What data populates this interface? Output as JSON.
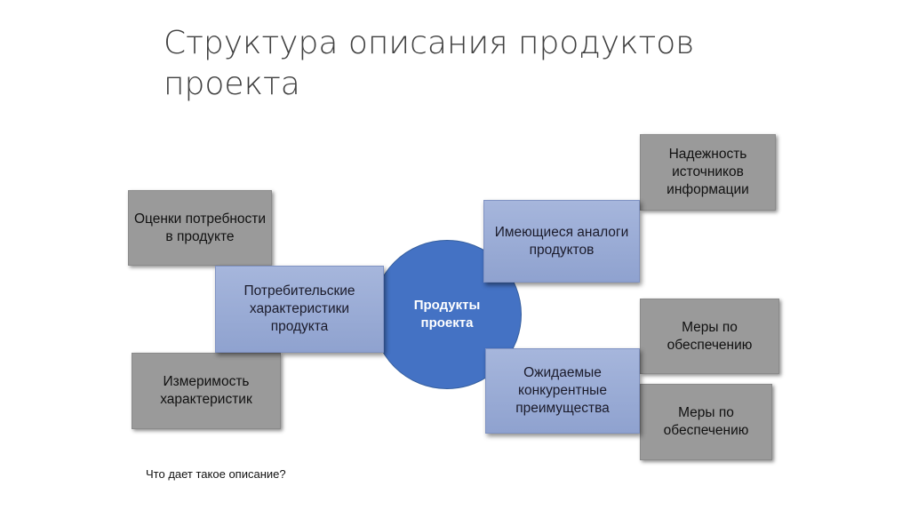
{
  "title": "Структура описания продуктов проекта",
  "center": "Продукты проекта",
  "gray_boxes": {
    "needs": "Оценки потребности в продукте",
    "measurability": "Измеримость характеристик",
    "reliability": "Надежность источников информации",
    "measures_1": "Меры по обеспечению",
    "measures_2": "Меры по обеспечению"
  },
  "blue_boxes": {
    "consumer": "Потребительские характеристики продукта",
    "analogs": "Имеющиеся аналоги продуктов",
    "advantages": "Ожидаемые конкурентные преимущества"
  },
  "footer_note": "Что дает такое описание?",
  "colors": {
    "circle": "#4472c4",
    "blue_box": "#98aad5",
    "gray_box": "#9a9a9a"
  }
}
